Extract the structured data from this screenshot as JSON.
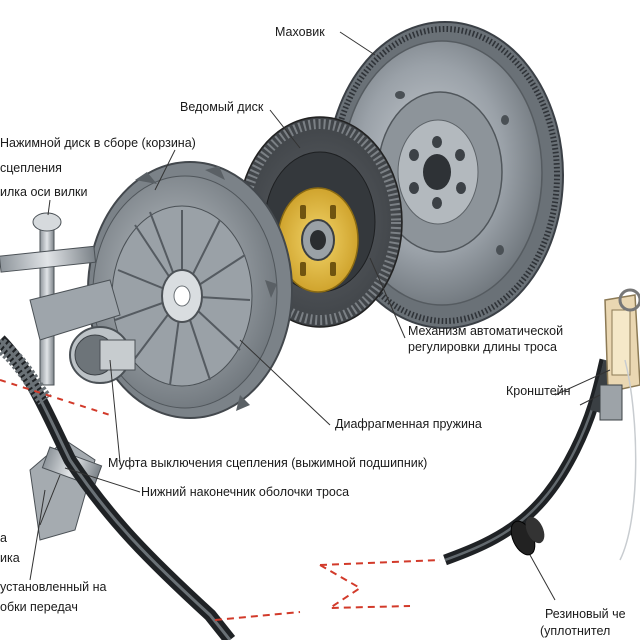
{
  "labels": {
    "flywheel": "Маховик",
    "driven_disc": "Ведомый диск",
    "pressure_plate": "Нажимной диск в сборе (корзина)",
    "clutch_fork_cut": "сцепления",
    "fork_axle_cut": "илка оси вилки",
    "auto_adjust_line1": "Механизм автоматической",
    "auto_adjust_line2": "регулировки длины троса",
    "bracket": "Кронштейн",
    "diaphragm_spring": "Диафрагменная пружина",
    "release_bearing": "Муфта выключения сцепления (выжимной подшипник)",
    "lower_cable_tip": "Нижний наконечник оболочки троса",
    "left_cut_a": "а",
    "left_cut_b": "ика",
    "installed_line1": "установленный на",
    "installed_line2": "обки передач",
    "rubber_line1": "Резиновый че",
    "rubber_line2": "(уплотнител"
  }
}
